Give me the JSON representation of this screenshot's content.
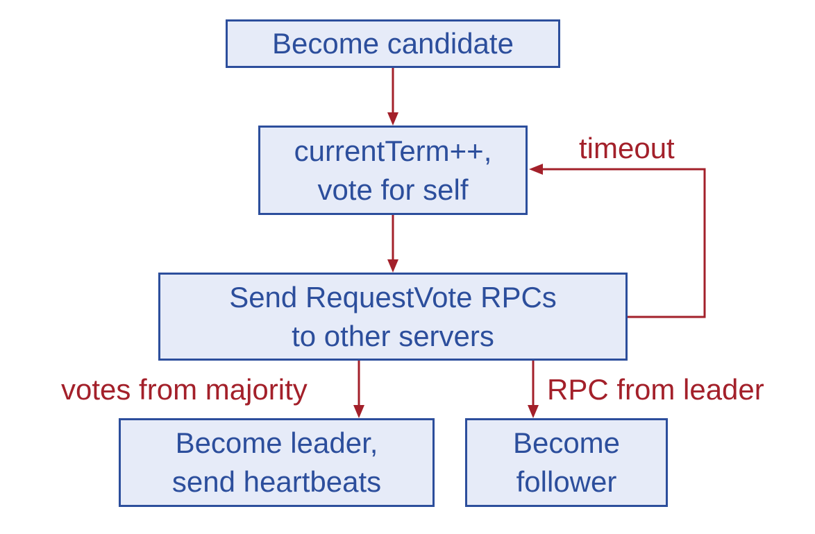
{
  "colors": {
    "box_fill": "#e6ebf8",
    "box_border": "#2c4e9c",
    "box_text": "#2c4e9c",
    "arrow": "#a3202a",
    "edge_label": "#a3202a"
  },
  "nodes": {
    "become_candidate": {
      "lines": [
        "Become candidate"
      ]
    },
    "increment_term": {
      "lines": [
        "currentTerm++,",
        "vote for self"
      ]
    },
    "send_request_vote": {
      "lines": [
        "Send RequestVote RPCs",
        "to other servers"
      ]
    },
    "become_leader": {
      "lines": [
        "Become leader,",
        "send heartbeats"
      ]
    },
    "become_follower": {
      "lines": [
        "Become",
        "follower"
      ]
    }
  },
  "edges": {
    "timeout": {
      "label": "timeout"
    },
    "votes_from_majority": {
      "label": "votes from majority"
    },
    "rpc_from_leader": {
      "label": "RPC from leader"
    }
  }
}
